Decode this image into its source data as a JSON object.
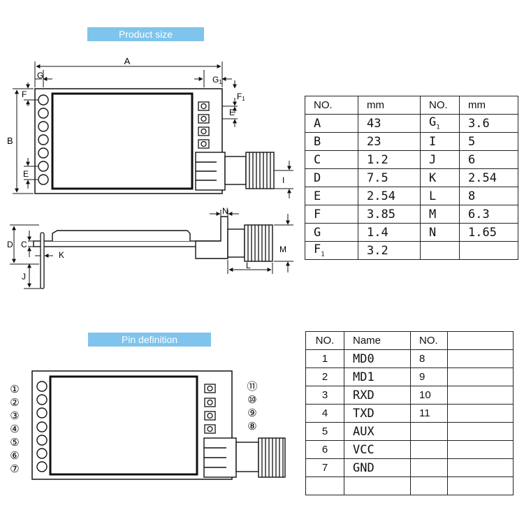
{
  "size_section": {
    "banner": "Product size",
    "labels": {
      "A": "A",
      "B": "B",
      "C": "C",
      "D": "D",
      "E": "E",
      "F": "F",
      "F1": "F",
      "F1_sub": "1",
      "G": "G",
      "G1": "G",
      "G1_sub": "1",
      "I": "I",
      "J": "J",
      "K": "K",
      "L": "L",
      "M": "M",
      "N": "N"
    },
    "table": {
      "headers": [
        "NO.",
        "mm",
        "NO.",
        "mm"
      ],
      "rows": [
        {
          "no": "A",
          "mm": "43",
          "no2": "G",
          "no2_sub": "1",
          "mm2": "3.6"
        },
        {
          "no": "B",
          "mm": "23",
          "no2": "I",
          "no2_sub": "",
          "mm2": "5"
        },
        {
          "no": "C",
          "mm": "1.2",
          "no2": "J",
          "no2_sub": "",
          "mm2": "6"
        },
        {
          "no": "D",
          "mm": "7.5",
          "no2": "K",
          "no2_sub": "",
          "mm2": "2.54"
        },
        {
          "no": "E",
          "mm": "2.54",
          "no2": "L",
          "no2_sub": "",
          "mm2": "8"
        },
        {
          "no": "F",
          "mm": "3.85",
          "no2": "M",
          "no2_sub": "",
          "mm2": "6.3"
        },
        {
          "no": "G",
          "mm": "1.4",
          "no2": "N",
          "no2_sub": "",
          "mm2": "1.65"
        },
        {
          "no": "F",
          "no_sub": "1",
          "mm": "3.2",
          "no2": "",
          "no2_sub": "",
          "mm2": ""
        }
      ]
    }
  },
  "pin_section": {
    "banner": "Pin definition",
    "left_pin_markers": [
      "①",
      "②",
      "③",
      "④",
      "⑤",
      "⑥",
      "⑦"
    ],
    "right_pin_markers": [
      "⑪",
      "⑩",
      "⑨",
      "⑧"
    ],
    "table": {
      "headers": [
        "NO.",
        "Name",
        "NO.",
        ""
      ],
      "rows": [
        {
          "no": "1",
          "name": "MD0",
          "no2": "8",
          "name2": ""
        },
        {
          "no": "2",
          "name": "MD1",
          "no2": "9",
          "name2": ""
        },
        {
          "no": "3",
          "name": "RXD",
          "no2": "10",
          "name2": ""
        },
        {
          "no": "4",
          "name": "TXD",
          "no2": "11",
          "name2": ""
        },
        {
          "no": "5",
          "name": "AUX",
          "no2": "",
          "name2": ""
        },
        {
          "no": "6",
          "name": "VCC",
          "no2": "",
          "name2": ""
        },
        {
          "no": "7",
          "name": "GND",
          "no2": "",
          "name2": ""
        },
        {
          "no": "",
          "name": "",
          "no2": "",
          "name2": ""
        }
      ]
    }
  }
}
